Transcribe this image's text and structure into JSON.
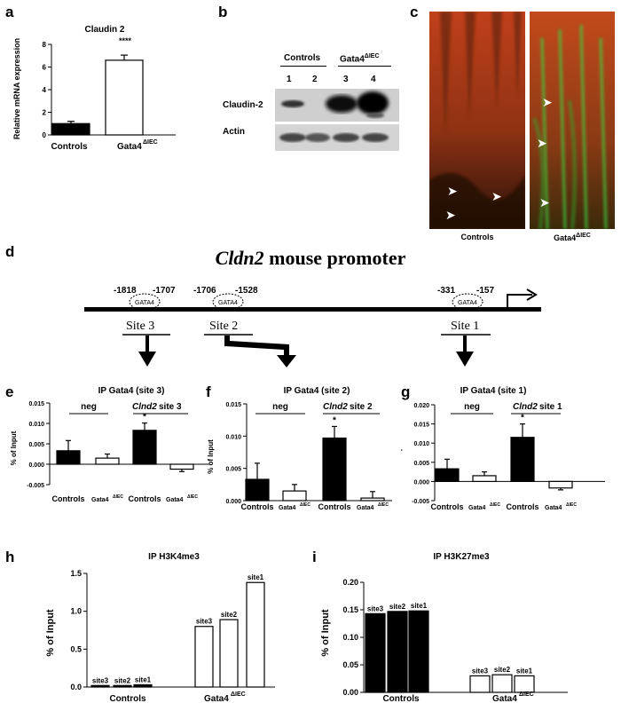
{
  "panels": {
    "a": {
      "letter": "a",
      "title": "Claudin 2",
      "ylabel": "Relative mRNA expression",
      "significance": "****"
    },
    "b": {
      "letter": "b",
      "group_controls": "Controls",
      "group_ko": "Gata4",
      "group_ko_sup": "ΔIEC",
      "lanes": [
        "1",
        "2",
        "3",
        "4"
      ],
      "rows": [
        "Claudin-2",
        "Actin"
      ]
    },
    "c": {
      "letter": "c",
      "label_controls": "Controls",
      "label_ko": "Gata4",
      "label_ko_sup": "ΔIEC"
    },
    "d": {
      "letter": "d",
      "title_gene": "Cldn2",
      "title_rest": " mouse promoter",
      "motif": "GATA4",
      "coords": [
        "-1818",
        "-1707",
        "-1706",
        "-1528",
        "-331",
        "-157"
      ],
      "sites": [
        "Site 3",
        "Site 2",
        "Site 1"
      ]
    },
    "e": {
      "letter": "e",
      "title": "IP Gata4 (site 3)",
      "neg": "neg",
      "site_gene": "Clnd2",
      "site_rest": " site 3",
      "star": "*"
    },
    "f": {
      "letter": "f",
      "title": "IP Gata4 (site 2)",
      "neg": "neg",
      "site_gene": "Clnd2",
      "site_rest": " site 2",
      "star": "*"
    },
    "g": {
      "letter": "g",
      "title": "IP Gata4 (site 1)",
      "neg": "neg",
      "site_gene": "Clnd2",
      "site_rest": " site 1",
      "star": "*"
    },
    "h": {
      "letter": "h",
      "title": "IP H3K4me3",
      "group_controls": "Controls",
      "group_ko": "Gata4",
      "group_ko_sup": "ΔIEC"
    },
    "i": {
      "letter": "i",
      "title": "IP H3K27me3",
      "group_controls": "Controls",
      "group_ko": "Gata4",
      "group_ko_sup": "ΔIEC"
    }
  },
  "colors": {
    "black": "#000000",
    "white": "#ffffff",
    "tissue_red": "#b23a18",
    "stain_green": "#3fd23f"
  },
  "chart_data": [
    {
      "type": "bar",
      "panel": "a",
      "title": "Claudin 2",
      "ylabel": "Relative mRNA expression",
      "categories": [
        "Controls",
        "Gata4ΔIEC"
      ],
      "values": [
        1.0,
        6.6
      ],
      "errors": [
        0.2,
        0.45
      ],
      "fill": [
        "#000000",
        "#ffffff"
      ],
      "ylim": [
        0,
        8
      ],
      "yticks": [
        "0",
        "2",
        "4",
        "6",
        "8"
      ]
    },
    {
      "type": "bar",
      "panel": "e",
      "title": "IP Gata4 (site 3)",
      "ylabel": "% of Input",
      "categories": [
        "Controls",
        "Gata4ΔIEC",
        "Controls",
        "Gata4ΔIEC"
      ],
      "values": [
        0.0033,
        0.0015,
        0.0083,
        -0.0012
      ],
      "errors": [
        0.0025,
        0.001,
        0.0018,
        0.0006
      ],
      "fill": [
        "#000000",
        "#ffffff",
        "#000000",
        "#ffffff"
      ],
      "ylim": [
        -0.005,
        0.015
      ],
      "yticks": [
        "-0.005",
        "0.000",
        "0.005",
        "0.010",
        "0.015"
      ]
    },
    {
      "type": "bar",
      "panel": "f",
      "title": "IP Gata4 (site 2)",
      "ylabel": "% of Input",
      "categories": [
        "Controls",
        "Gata4ΔIEC",
        "Controls",
        "Gata4ΔIEC"
      ],
      "values": [
        0.0033,
        0.0015,
        0.0097,
        0.0004
      ],
      "errors": [
        0.0025,
        0.001,
        0.0018,
        0.001
      ],
      "fill": [
        "#000000",
        "#ffffff",
        "#000000",
        "#ffffff"
      ],
      "ylim": [
        0,
        0.015
      ],
      "yticks": [
        "0.000",
        "0.005",
        "0.010",
        "0.015"
      ]
    },
    {
      "type": "bar",
      "panel": "g",
      "title": "IP Gata4 (site 1)",
      "ylabel": "% of Input",
      "categories": [
        "Controls",
        "Gata4ΔIEC",
        "Controls",
        "Gata4ΔIEC"
      ],
      "values": [
        0.0033,
        0.0015,
        0.0115,
        -0.0017
      ],
      "errors": [
        0.0025,
        0.001,
        0.0035,
        0.0005
      ],
      "fill": [
        "#000000",
        "#ffffff",
        "#000000",
        "#ffffff"
      ],
      "ylim": [
        -0.005,
        0.02
      ],
      "yticks": [
        "-0.005",
        "0.000",
        "0.005",
        "0.010",
        "0.015",
        "0.020"
      ]
    },
    {
      "type": "bar",
      "panel": "h",
      "title": "IP H3K4me3",
      "ylabel": "% of Input",
      "categories": [
        "site3",
        "site2",
        "site1",
        "site3",
        "site2",
        "site1"
      ],
      "groups": [
        "Controls",
        "Controls",
        "Controls",
        "Gata4ΔIEC",
        "Gata4ΔIEC",
        "Gata4ΔIEC"
      ],
      "values": [
        0.02,
        0.02,
        0.03,
        0.8,
        0.89,
        1.38
      ],
      "fill": [
        "#000000",
        "#000000",
        "#000000",
        "#ffffff",
        "#ffffff",
        "#ffffff"
      ],
      "ylim": [
        0,
        1.5
      ],
      "yticks": [
        "0.0",
        "0.5",
        "1.0",
        "1.5"
      ]
    },
    {
      "type": "bar",
      "panel": "i",
      "title": "IP H3K27me3",
      "ylabel": "% of Input",
      "categories": [
        "site3",
        "site2",
        "site1",
        "site3",
        "site2",
        "site1"
      ],
      "groups": [
        "Controls",
        "Controls",
        "Controls",
        "Gata4ΔIEC",
        "Gata4ΔIEC",
        "Gata4ΔIEC"
      ],
      "values": [
        0.143,
        0.147,
        0.148,
        0.03,
        0.032,
        0.03
      ],
      "fill": [
        "#000000",
        "#000000",
        "#000000",
        "#ffffff",
        "#ffffff",
        "#ffffff"
      ],
      "ylim": [
        0,
        0.2
      ],
      "yticks": [
        "0.00",
        "0.05",
        "0.10",
        "0.15",
        "0.20"
      ]
    }
  ]
}
